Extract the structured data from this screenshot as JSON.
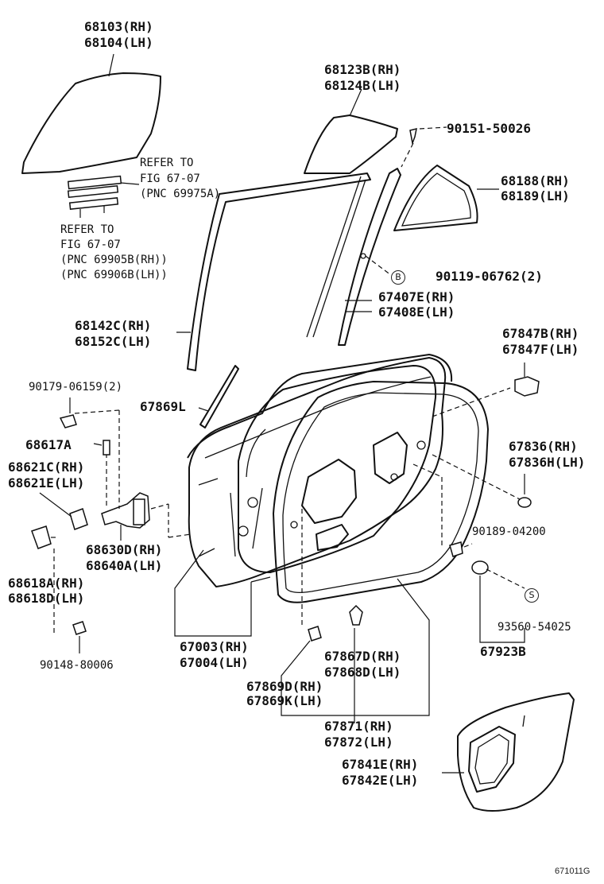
{
  "labels": {
    "p68103": "68103(RH)",
    "p68104": "68104(LH)",
    "p68123b": "68123B(RH)",
    "p68124b": "68124B(LH)",
    "p90151": "90151-50026",
    "refer1_a": "REFER TO",
    "refer1_b": "FIG 67-07",
    "refer1_c": "(PNC 69975A)",
    "refer2_a": "REFER TO",
    "refer2_b": "FIG 67-07",
    "refer2_c": "(PNC 69905B(RH))",
    "refer2_d": "(PNC 69906B(LH))",
    "p68188": "68188(RH)",
    "p68189": "68189(LH)",
    "p90119": "90119-06762(2)",
    "p67407e": "67407E(RH)",
    "p67408e": "67408E(LH)",
    "p68142c": "68142C(RH)",
    "p68152c": "68152C(LH)",
    "p67847b": "67847B(RH)",
    "p67847f": "67847F(LH)",
    "p90179": "90179-06159(2)",
    "p67869l": "67869L",
    "p68617a": "68617A",
    "p68621c": "68621C(RH)",
    "p68621e": "68621E(LH)",
    "p67836": "67836(RH)",
    "p67836h": "67836H(LH)",
    "p68630d": "68630D(RH)",
    "p68640a": "68640A(LH)",
    "p90189": "90189-04200",
    "p68618a": "68618A(RH)",
    "p68618d": "68618D(LH)",
    "p93560": "93560-54025",
    "p67003": "67003(RH)",
    "p67004": "67004(LH)",
    "p67867d": "67867D(RH)",
    "p67868d": "67868D(LH)",
    "p67923b": "67923B",
    "p90148": "90148-80006",
    "p67869d": "67869D(RH)",
    "p67869k": "67869K(LH)",
    "p67871": "67871(RH)",
    "p67872": "67872(LH)",
    "p67841e": "67841E(RH)",
    "p67842e": "67842E(LH)"
  },
  "symbols": {
    "bolt_marker": "B",
    "screw_marker": "S"
  },
  "figure_code": "671011G"
}
